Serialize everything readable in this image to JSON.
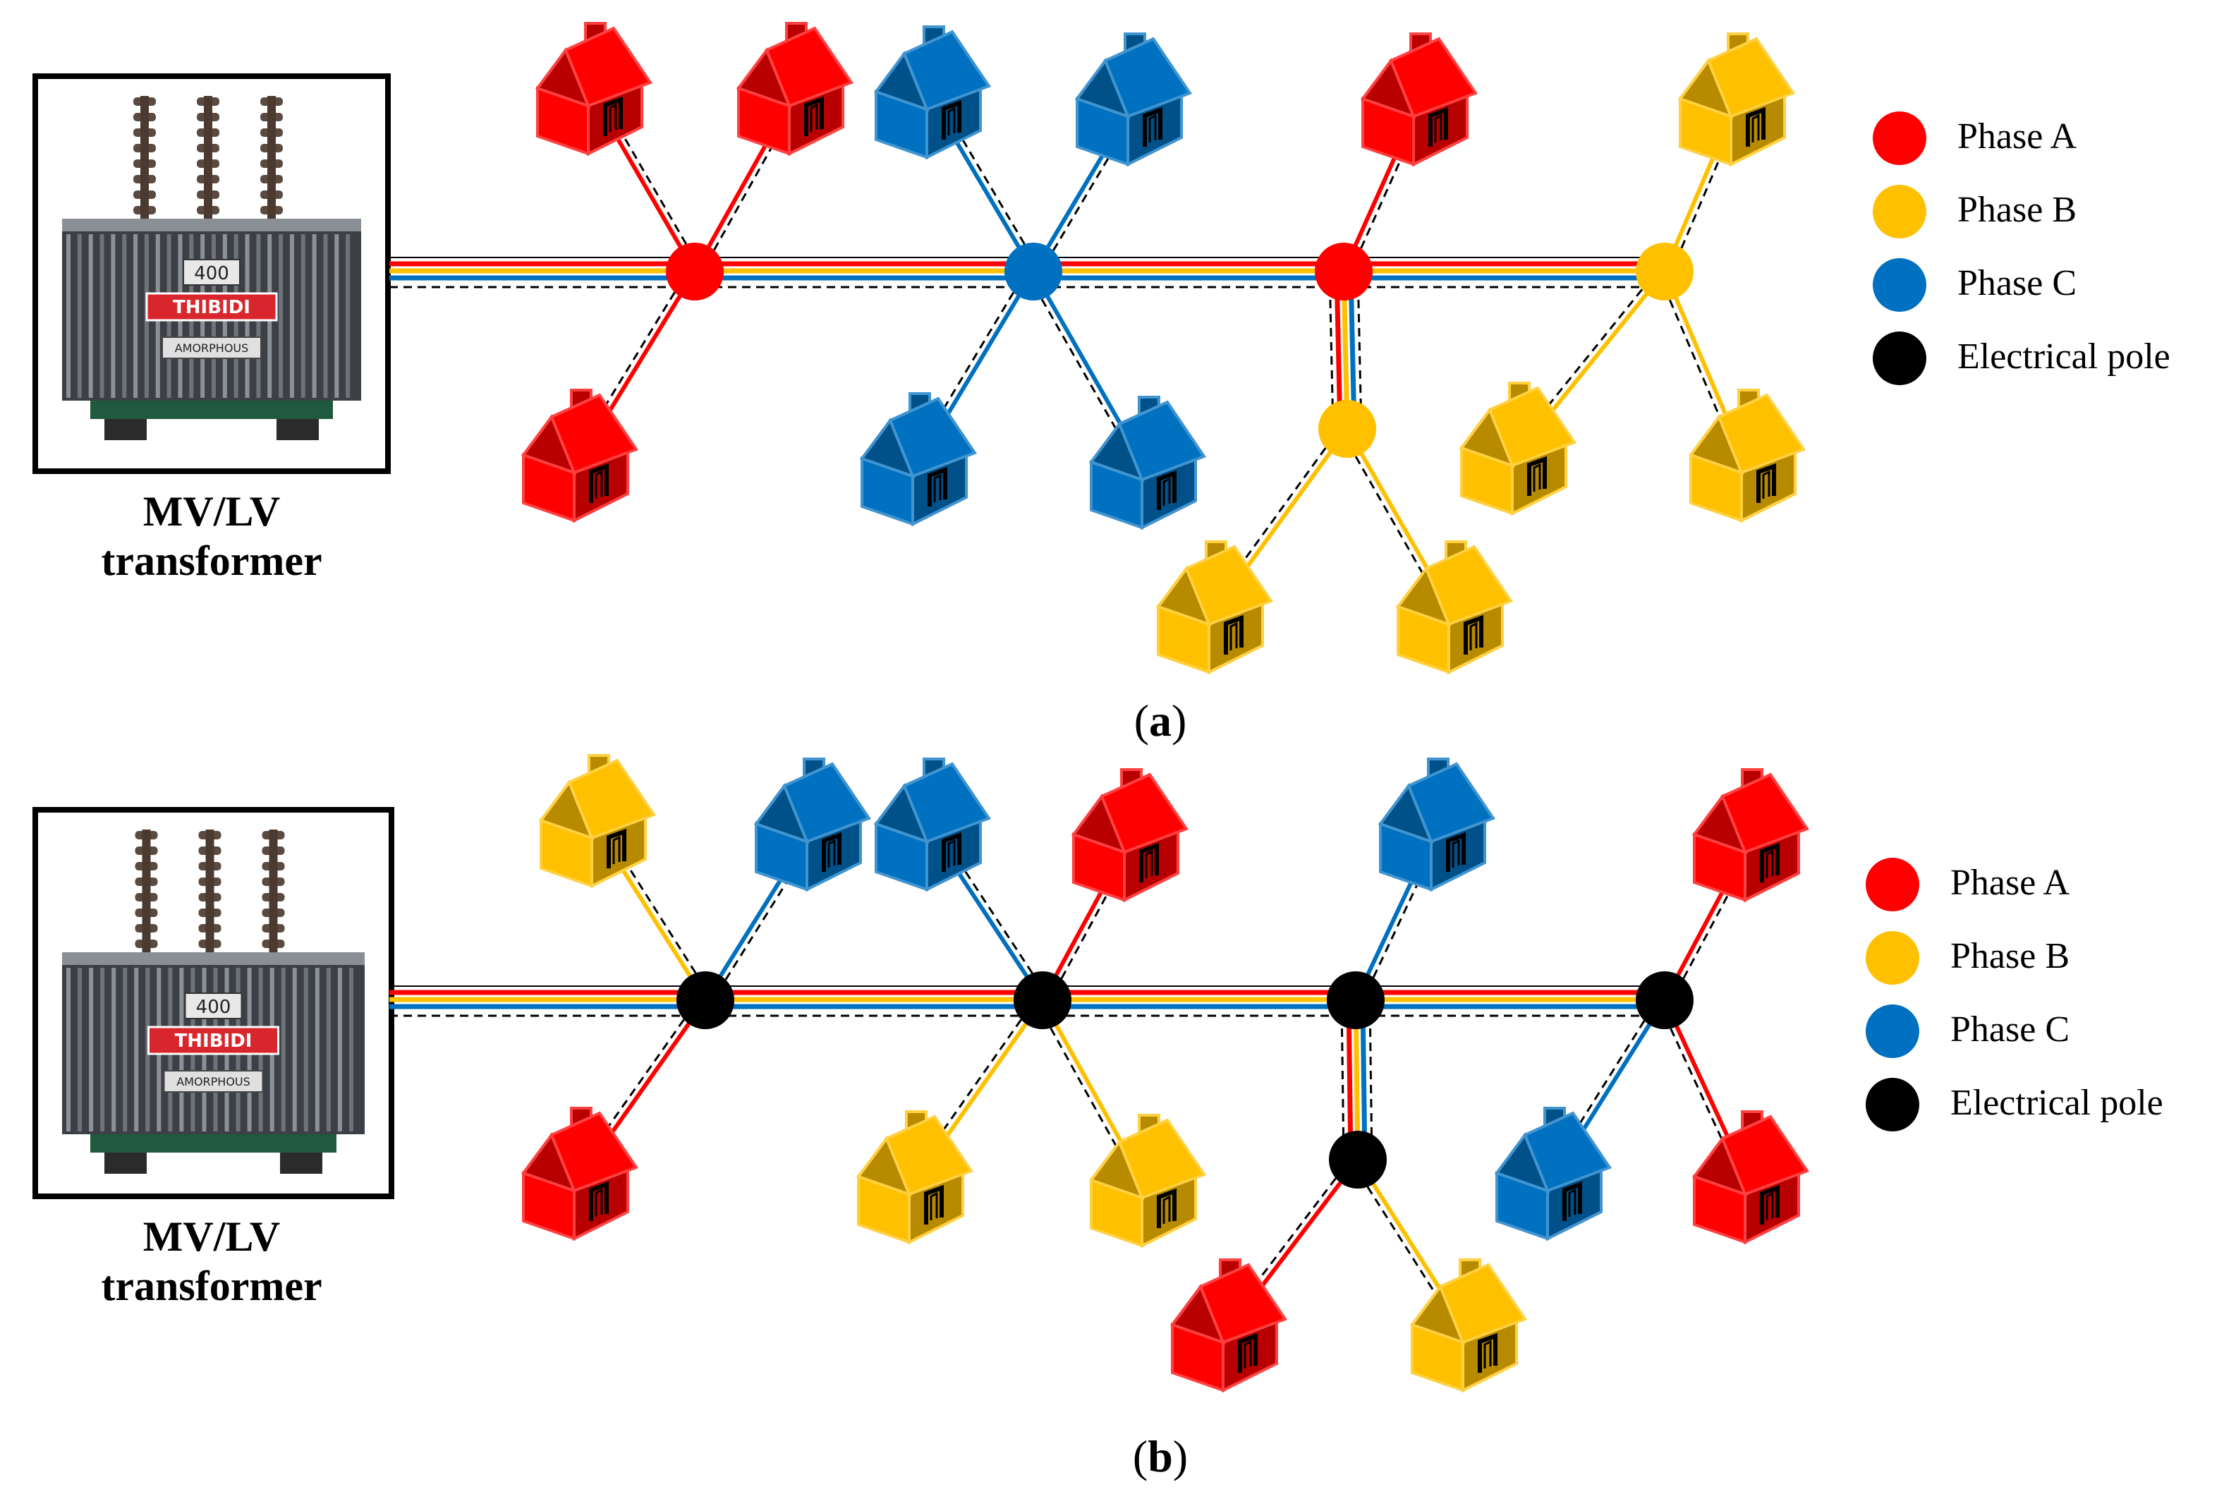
{
  "colors": {
    "phase_a": "#ff0000",
    "phase_b": "#ffc000",
    "phase_c": "#0070c0",
    "pole": "#000000",
    "neutral": "#000000"
  },
  "legend": [
    {
      "key": "phase_a",
      "label": "Phase A"
    },
    {
      "key": "phase_b",
      "label": "Phase B"
    },
    {
      "key": "phase_c",
      "label": "Phase C"
    },
    {
      "key": "pole",
      "label": "Electrical pole"
    }
  ],
  "transformer": {
    "label_line1": "MV/LV",
    "label_line2": "transformer",
    "rating_plate": "400",
    "brand": "THIBIDI",
    "type_plate": "AMORPHOUS"
  },
  "panels": [
    {
      "label_open": "(",
      "label_letter": "a",
      "label_close": ")",
      "pole_colors": [
        "phase_a",
        "phase_c",
        "phase_a",
        "phase_b",
        "phase_b"
      ],
      "houses": [
        [
          "phase_a",
          "phase_a",
          "phase_a"
        ],
        [
          "phase_c",
          "phase_c",
          "phase_c",
          "phase_c"
        ],
        [
          "phase_a"
        ],
        [
          "phase_b",
          "phase_b",
          "phase_b"
        ],
        [
          "phase_b",
          "phase_b"
        ]
      ]
    },
    {
      "label_open": "(",
      "label_letter": "b",
      "label_close": ")",
      "pole_colors": [
        "pole",
        "pole",
        "pole",
        "pole",
        "pole"
      ],
      "houses": [
        [
          "phase_b",
          "phase_c",
          "phase_a"
        ],
        [
          "phase_c",
          "phase_a",
          "phase_b",
          "phase_b"
        ],
        [
          "phase_c"
        ],
        [
          "phase_a",
          "phase_c",
          "phase_a"
        ],
        [
          "phase_a",
          "phase_b"
        ]
      ]
    }
  ]
}
